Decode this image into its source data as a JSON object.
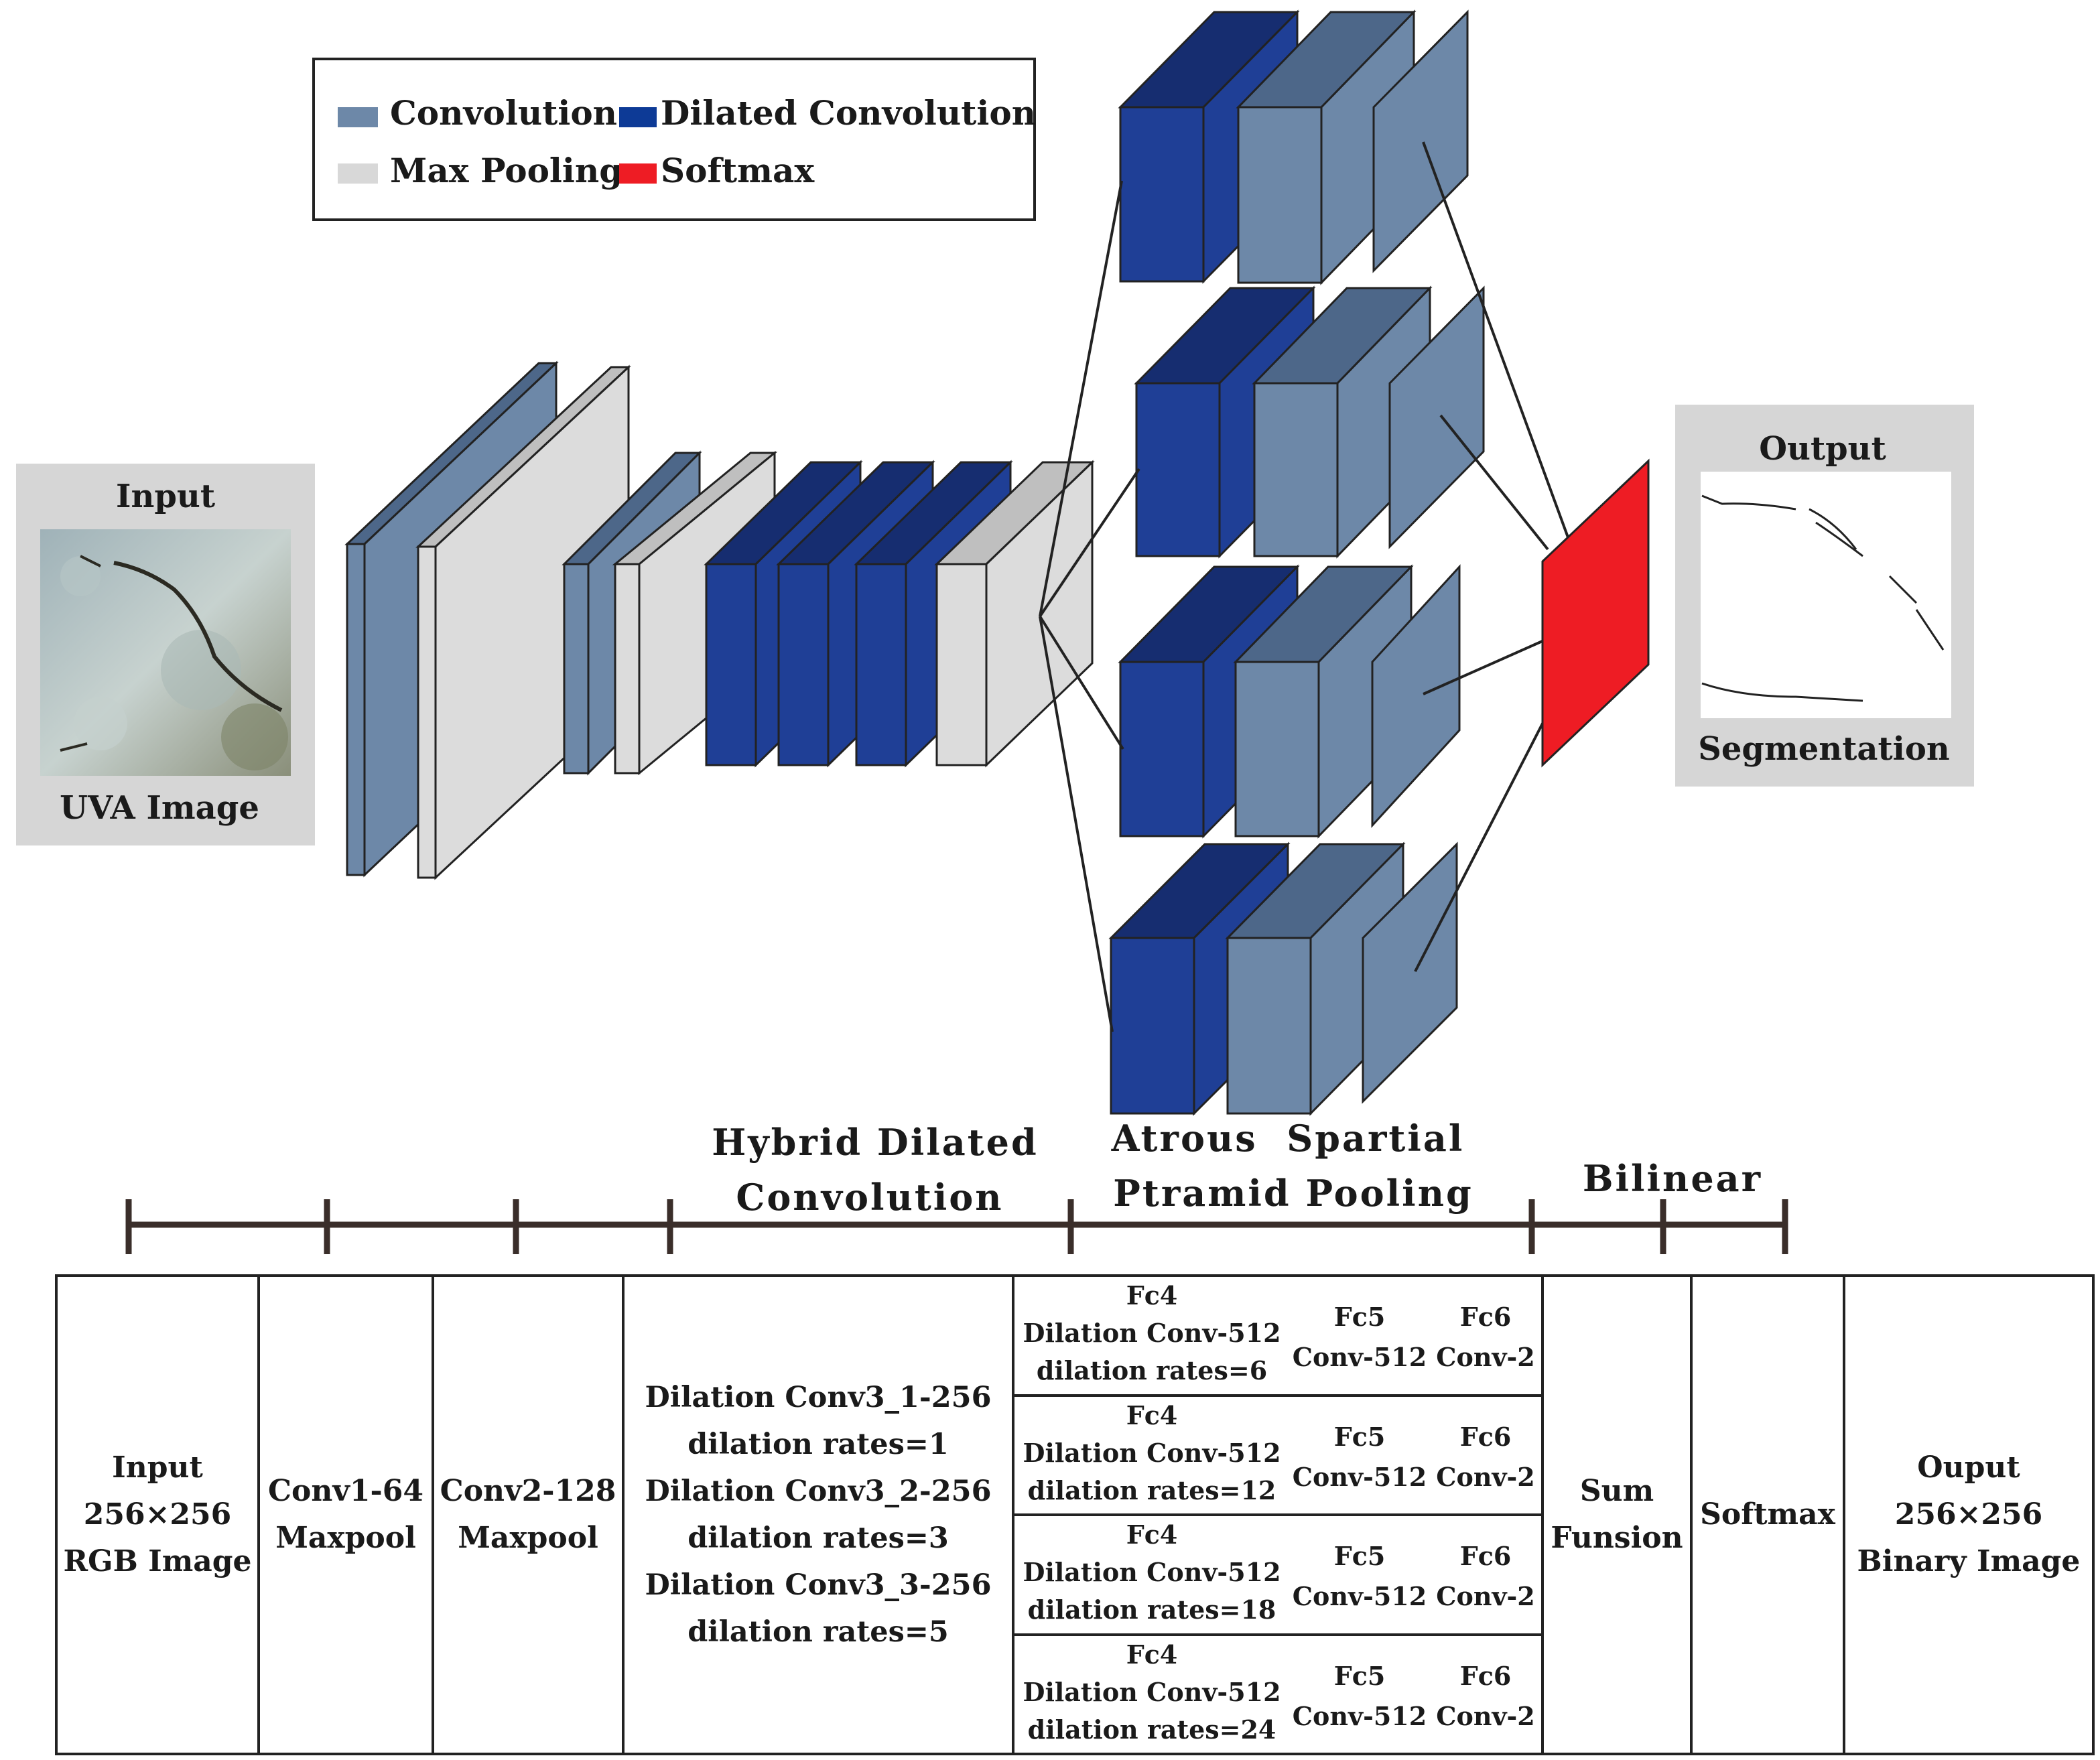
{
  "legend": {
    "items": [
      {
        "label": "Convolution",
        "color": "#6d88a8"
      },
      {
        "label": "Dilated Convolution",
        "color": "#1f3f96"
      },
      {
        "label": "Max Pooling",
        "color": "#d8d8d8"
      },
      {
        "label": "Softmax",
        "color": "#ee1c24"
      }
    ]
  },
  "input_panel": {
    "title": "Input",
    "caption": "UVA Image"
  },
  "output_panel": {
    "title": "Output",
    "caption": "Segmentation"
  },
  "stages": {
    "hdc": [
      "Hybrid Dilated",
      "Convolution"
    ],
    "aspp": [
      "Atrous  Spartial",
      "Ptramid Pooling"
    ],
    "bilinear": "Bilinear"
  },
  "table": {
    "input": [
      "Input",
      "256×256",
      "RGB Image"
    ],
    "conv1": [
      "Conv1-64",
      "Maxpool"
    ],
    "conv2": [
      "Conv2-128",
      "Maxpool"
    ],
    "hdc": [
      "Dilation Conv3_1-256",
      "dilation rates=1",
      "Dilation Conv3_2-256",
      "dilation rates=3",
      "Dilation Conv3_3-256",
      "dilation rates=5"
    ],
    "aspp_rows": [
      {
        "fc4": "Fc4",
        "fc4_conv": "Dilation Conv-512",
        "rate": "dilation rates=6",
        "fc5": "Fc5",
        "fc5_conv": "Conv-512",
        "fc6": "Fc6",
        "fc6_conv": "Conv-2"
      },
      {
        "fc4": "Fc4",
        "fc4_conv": "Dilation Conv-512",
        "rate": "dilation rates=12",
        "fc5": "Fc5",
        "fc5_conv": "Conv-512",
        "fc6": "Fc6",
        "fc6_conv": "Conv-2"
      },
      {
        "fc4": "Fc4",
        "fc4_conv": "Dilation Conv-512",
        "rate": "dilation rates=18",
        "fc5": "Fc5",
        "fc5_conv": "Conv-512",
        "fc6": "Fc6",
        "fc6_conv": "Conv-2"
      },
      {
        "fc4": "Fc4",
        "fc4_conv": "Dilation Conv-512",
        "rate": "dilation rates=24",
        "fc5": "Fc5",
        "fc5_conv": "Conv-512",
        "fc6": "Fc6",
        "fc6_conv": "Conv-2"
      }
    ],
    "sum": [
      "Sum",
      "Funsion"
    ],
    "softmax": "Softmax",
    "output": [
      "Ouput",
      "256×256",
      "Binary Image"
    ]
  },
  "colors": {
    "conv_front": "#6d88a8",
    "conv_side": "#4d6789",
    "dil_front": "#1f3f96",
    "dil_side": "#162d70",
    "pool_front": "#dcdcdc",
    "pool_side": "#bfbfbf",
    "softmax": "#ee1c24",
    "line": "#222222",
    "panel_bg": "#d6d6d6"
  }
}
